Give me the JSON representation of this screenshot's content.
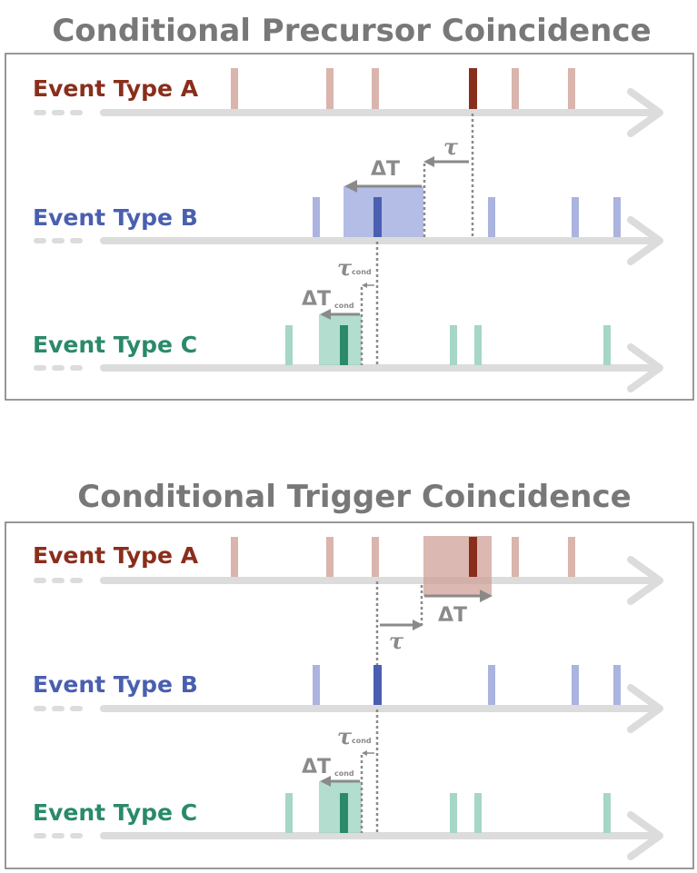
{
  "colors": {
    "title": "#787878",
    "panel_border": "#777777",
    "timeline": "#dcdcdc",
    "annotation": "#8a8a8a",
    "event_a": "#8a2e1c",
    "event_a_faint": "#d9b5ad",
    "event_a_window": "#d0a098",
    "event_b": "#4a5fb0",
    "event_b_faint": "#aab4de",
    "event_b_window": "#9aa7dc",
    "event_c": "#2a8a6a",
    "event_c_faint": "#a6d6c6",
    "event_c_window": "#9ad1be"
  },
  "top_panel": {
    "title": "Conditional Precursor Coincidence",
    "rows": [
      {
        "label": "Event Type A"
      },
      {
        "label": "Event Type B"
      },
      {
        "label": "Event Type C"
      }
    ],
    "annotations": {
      "delta_t": "ΔT",
      "tau": "τ",
      "delta_t_cond_main": "ΔT",
      "delta_t_cond_sub": "cond",
      "tau_cond_main": "τ",
      "tau_cond_sub": "cond"
    }
  },
  "bottom_panel": {
    "title": "Conditional Trigger Coincidence",
    "rows": [
      {
        "label": "Event Type A"
      },
      {
        "label": "Event Type B"
      },
      {
        "label": "Event Type C"
      }
    ],
    "annotations": {
      "delta_t": "ΔT",
      "tau": "τ",
      "delta_t_cond_main": "ΔT",
      "delta_t_cond_sub": "cond",
      "tau_cond_main": "τ",
      "tau_cond_sub": "cond"
    }
  }
}
